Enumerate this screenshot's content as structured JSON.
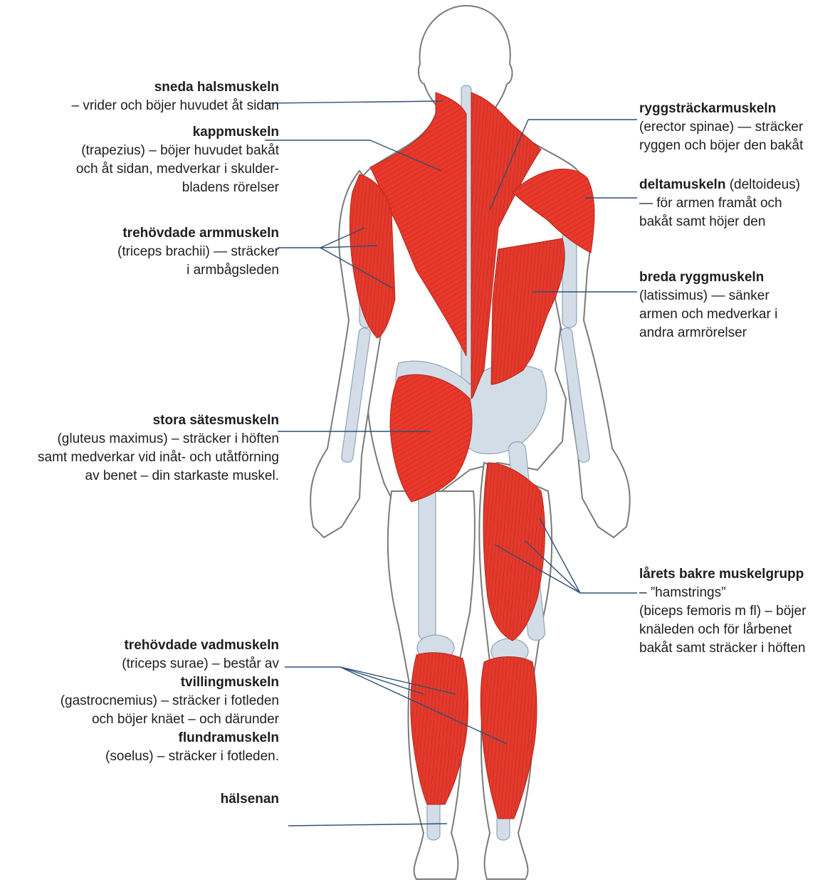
{
  "colors": {
    "muscle": "#e8392c",
    "muscle_dark": "#c42519",
    "bone": "#d3dde7",
    "skin_line": "#7a7a7a",
    "leader_line": "#2f4f73"
  },
  "labels": {
    "neck": {
      "title": "sneda halsmuskeln",
      "desc": "– vrider och böjer huvudet åt sidan"
    },
    "trapezius": {
      "title": "kappmuskeln",
      "desc": "(trapezius) – böjer huvudet bakåt\noch åt sidan, medverkar i skulder-\nbladens rörelser"
    },
    "triceps": {
      "title": "trehövdade armmuskeln",
      "desc": "(triceps brachii) — sträcker\ni armbågsleden"
    },
    "gluteus": {
      "title": "stora sätesmuskeln",
      "desc": "(gluteus maximus) – sträcker i höften\nsamt medverkar vid inåt- och utåtförning\nav benet – din starkaste muskel."
    },
    "calf": {
      "title": "trehövdade vadmuskeln",
      "desc1": "(triceps surae) – består av",
      "title2": "tvillingmuskeln",
      "desc2": "(gastrocnemius) – sträcker i fotleden\noch böjer knäet – och därunder",
      "title3": "flundramuskeln",
      "desc3": "(soelus) – sträcker i fotleden."
    },
    "achilles": {
      "title": "hälsenan"
    },
    "erector": {
      "title": "ryggsträckarmuskeln",
      "desc": "(erector spinae) — sträcker\nryggen och böjer den bakåt"
    },
    "deltoid": {
      "title": "deltamuskeln",
      "title_rest": " (deltoideus)",
      "desc": "— för armen framåt och\nbakåt samt  höjer den"
    },
    "lat": {
      "title": "breda ryggmuskeln",
      "desc": "(latissimus) — sänker\narmen och medverkar i\nandra armrörelser"
    },
    "hamstrings": {
      "title": "lårets bakre muskelgrupp",
      "desc": "– ”hamstrings”\n(biceps femoris m fl) – böjer\nknäleden och för lårbenet\nbakåt samt sträcker i höften"
    }
  }
}
